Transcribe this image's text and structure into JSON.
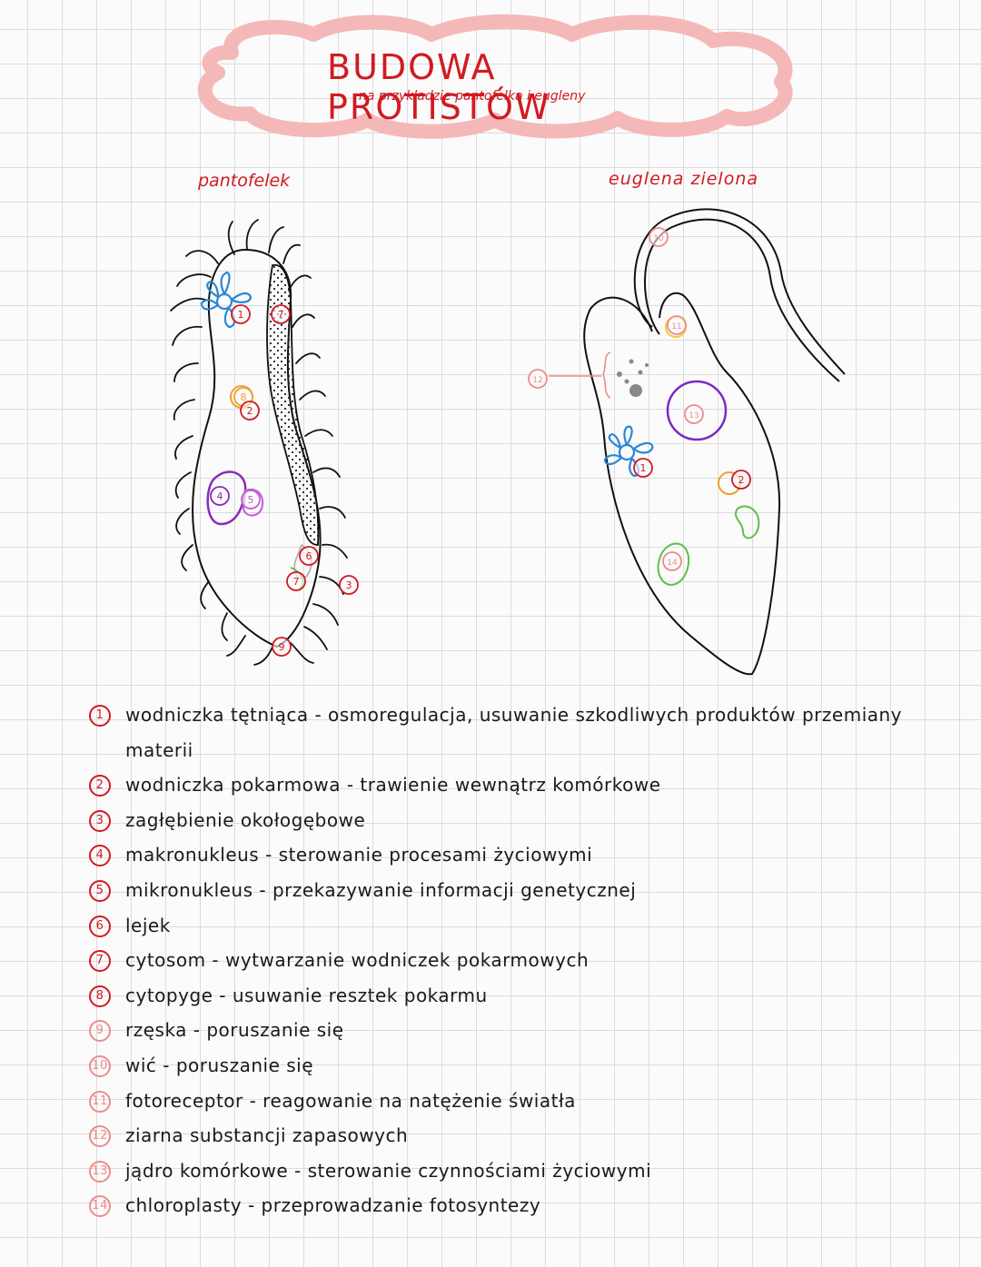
{
  "title": "BUDOWA PROTISTÓW",
  "subtitle": "na przykładzie pantofelka i eugleny",
  "captions": {
    "left": "pantofelek",
    "right": "euglena zielona"
  },
  "markers": [
    "1",
    "2",
    "3",
    "4",
    "5",
    "6",
    "7",
    "8",
    "9",
    "10",
    "11",
    "12",
    "13",
    "14"
  ],
  "legend": [
    {
      "num": "1",
      "text": "wodniczka tętniąca - osmoregulacja, usuwanie szkodliwych produktów przemiany materii"
    },
    {
      "num": "2",
      "text": "wodniczka pokarmowa - trawienie wewnątrz komórkowe"
    },
    {
      "num": "3",
      "text": "zagłębienie okołogębowe"
    },
    {
      "num": "4",
      "text": "makronukleus - sterowanie procesami życiowymi"
    },
    {
      "num": "5",
      "text": "mikronukleus - przekazywanie informacji genetycznej"
    },
    {
      "num": "6",
      "text": "lejek"
    },
    {
      "num": "7",
      "text": "cytosom - wytwarzanie wodniczek pokarmowych"
    },
    {
      "num": "8",
      "text": "cytopyge - usuwanie resztek pokarmu"
    },
    {
      "num": "9",
      "text": "rzęska - poruszanie się"
    },
    {
      "num": "10",
      "text": "wić - poruszanie się"
    },
    {
      "num": "11",
      "text": "fotoreceptor - reagowanie na natężenie światła"
    },
    {
      "num": "12",
      "text": "ziarna substancji zapasowych"
    },
    {
      "num": "13",
      "text": "jądro komórkowe - sterowanie czynnościami życiowymi"
    },
    {
      "num": "14",
      "text": "chloroplasty - przeprowadzanie fotosyntezy"
    }
  ],
  "colors": {
    "heading": "#d11a22",
    "cloud": "#f5b8b8",
    "contractile_vacuole": "#2b86d6",
    "food_vacuole": "#f0a030",
    "macronucleus": "#8a2bb8",
    "micronucleus": "#c060d0",
    "nucleus": "#7a2bc0",
    "chloroplast": "#5fbf4a",
    "photoreceptor": "#f0d040",
    "reserve_grains": "#888888"
  }
}
